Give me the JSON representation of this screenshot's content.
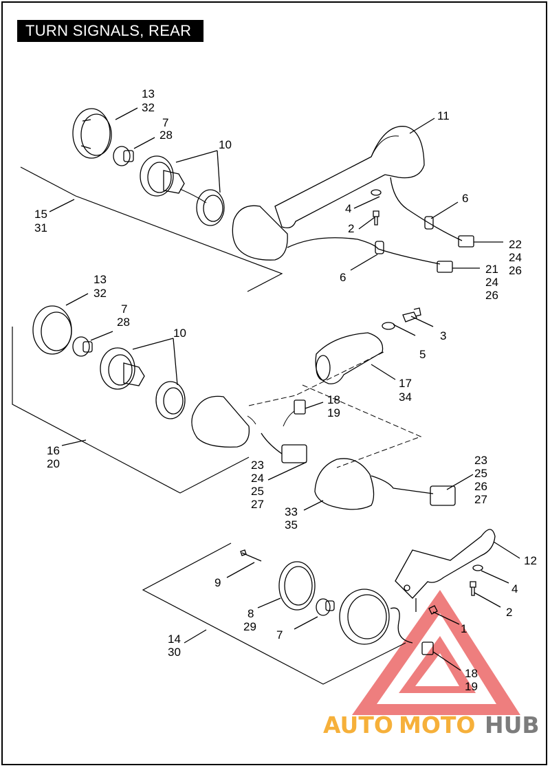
{
  "title": "TURN SIGNALS, REAR",
  "callouts": {
    "c1": "13",
    "c1b": "32",
    "c2": "7",
    "c2b": "28",
    "c3": "10",
    "c4": "11",
    "c5": "15",
    "c5b": "31",
    "c6": "6",
    "c7": "4",
    "c8": "2",
    "c9": "22",
    "c9b": "24",
    "c9c": "26",
    "c10": "6",
    "c11": "21",
    "c11b": "24",
    "c11c": "26",
    "c12": "13",
    "c12b": "32",
    "c13": "7",
    "c13b": "28",
    "c14": "10",
    "c15": "3",
    "c16": "5",
    "c17": "17",
    "c17b": "34",
    "c18": "18",
    "c18b": "19",
    "c19": "16",
    "c19b": "20",
    "c20": "23",
    "c20b": "24",
    "c20c": "25",
    "c20d": "27",
    "c21": "23",
    "c21b": "25",
    "c21c": "26",
    "c21d": "27",
    "c22": "33",
    "c22b": "35",
    "c23": "12",
    "c24": "4",
    "c25": "2",
    "c26": "9",
    "c27": "8",
    "c27b": "29",
    "c28": "7",
    "c29": "1",
    "c30": "14",
    "c30b": "30",
    "c31": "18",
    "c31b": "19"
  },
  "watermark": {
    "part1": "AUTO",
    "part2": "MOTO",
    "part3": "HUB",
    "color_orange": "#f6b03a",
    "color_gray": "#7c7c7c",
    "color_red": "#e74c4c"
  }
}
